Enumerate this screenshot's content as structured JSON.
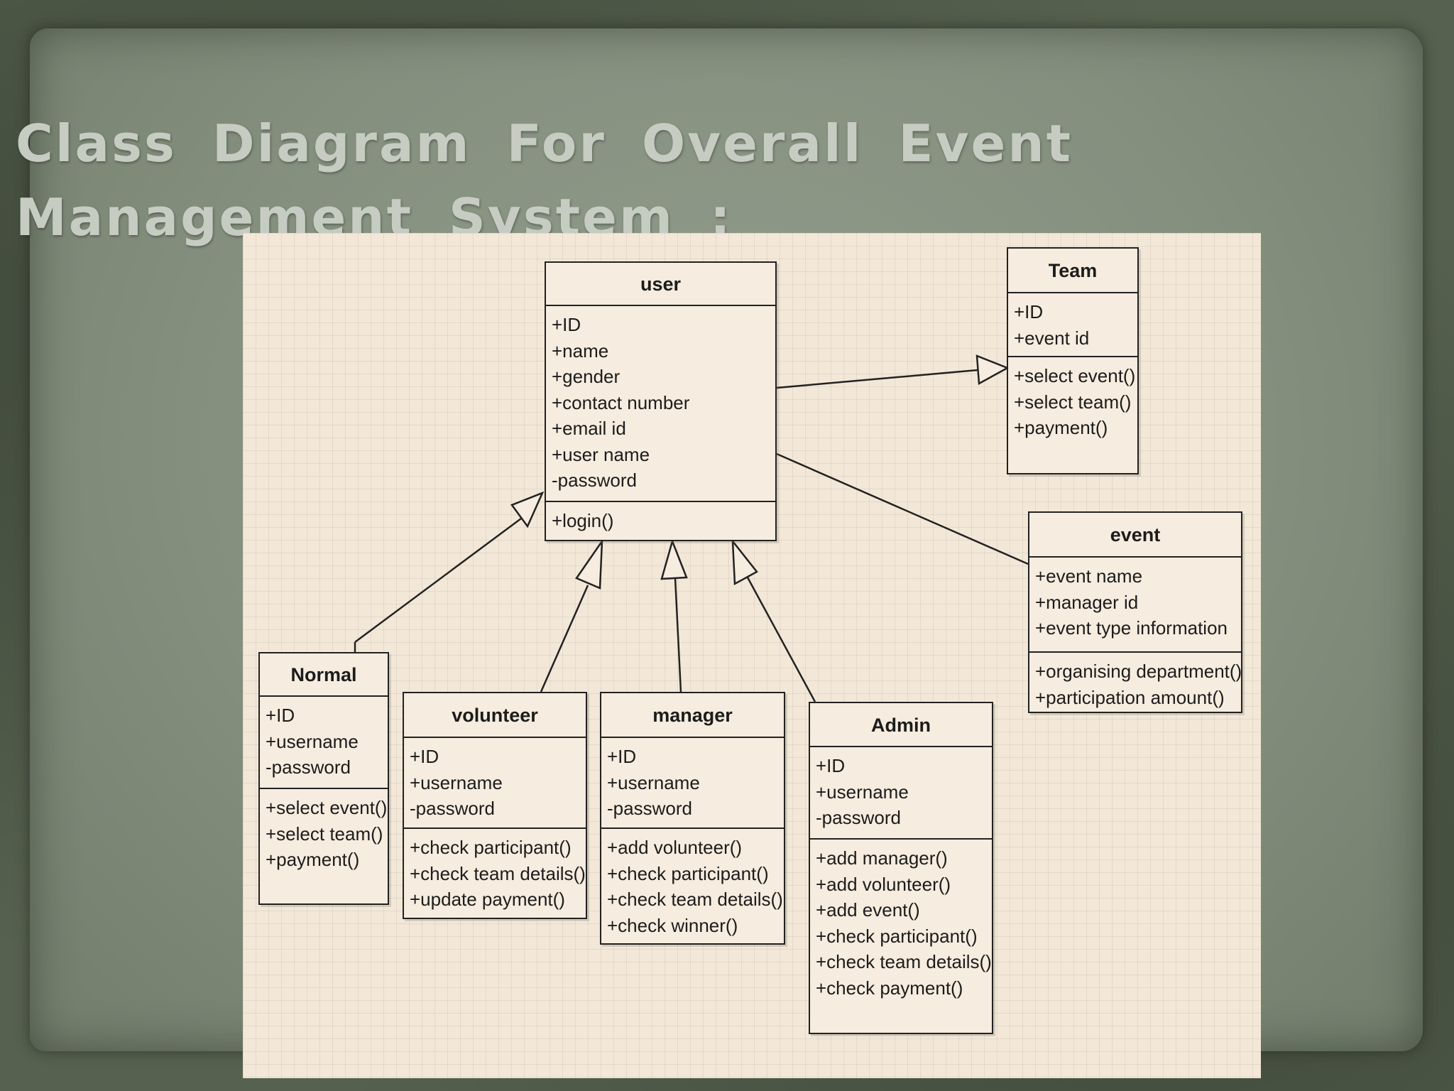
{
  "slide": {
    "title": "Class Diagram For Overall Event Management System :"
  },
  "colors": {
    "background": "#5f6b58",
    "paper": "#8a9584",
    "title": "#c7ccc2",
    "diagram_bg": "#f3e8d8",
    "lines": "#222222"
  },
  "diagram": {
    "classes": {
      "user": {
        "name": "user",
        "attributes": [
          "+ID",
          "+name",
          "+gender",
          "+contact number",
          "+email id",
          "+user name",
          "-password"
        ],
        "operations": [
          "+login()"
        ]
      },
      "team": {
        "name": "Team",
        "attributes": [
          "+ID",
          "+event id"
        ],
        "operations": [
          "+select event()",
          "+select team()",
          "+payment()"
        ]
      },
      "event": {
        "name": "event",
        "attributes": [
          "+event name",
          "+manager id",
          "+event type information"
        ],
        "operations": [
          "+organising department()",
          "+participation amount()"
        ]
      },
      "normal": {
        "name": "Normal",
        "attributes": [
          "+ID",
          "+username",
          "-password"
        ],
        "operations": [
          "+select event()",
          "+select team()",
          "+payment()"
        ]
      },
      "volunteer": {
        "name": "volunteer",
        "attributes": [
          "+ID",
          "+username",
          "-password"
        ],
        "operations": [
          "+check  participant()",
          "+check team details()",
          "+update payment()"
        ]
      },
      "manager": {
        "name": "manager",
        "attributes": [
          "+ID",
          "+username",
          "-password"
        ],
        "operations": [
          "+add volunteer()",
          "+check participant()",
          "+check team details()",
          "+check winner()"
        ]
      },
      "admin": {
        "name": "Admin",
        "attributes": [
          "+ID",
          "+username",
          "-password"
        ],
        "operations": [
          "+add manager()",
          "+add volunteer()",
          "+add event()",
          "+check participant()",
          "+check team details()",
          "+check payment()"
        ]
      }
    },
    "relationships": [
      {
        "from": "normal",
        "to": "user",
        "kind": "generalization"
      },
      {
        "from": "volunteer",
        "to": "user",
        "kind": "generalization"
      },
      {
        "from": "manager",
        "to": "user",
        "kind": "generalization"
      },
      {
        "from": "admin",
        "to": "user",
        "kind": "generalization"
      },
      {
        "from": "user",
        "to": "team",
        "kind": "generalization"
      },
      {
        "from": "user",
        "to": "event",
        "kind": "association"
      }
    ]
  }
}
